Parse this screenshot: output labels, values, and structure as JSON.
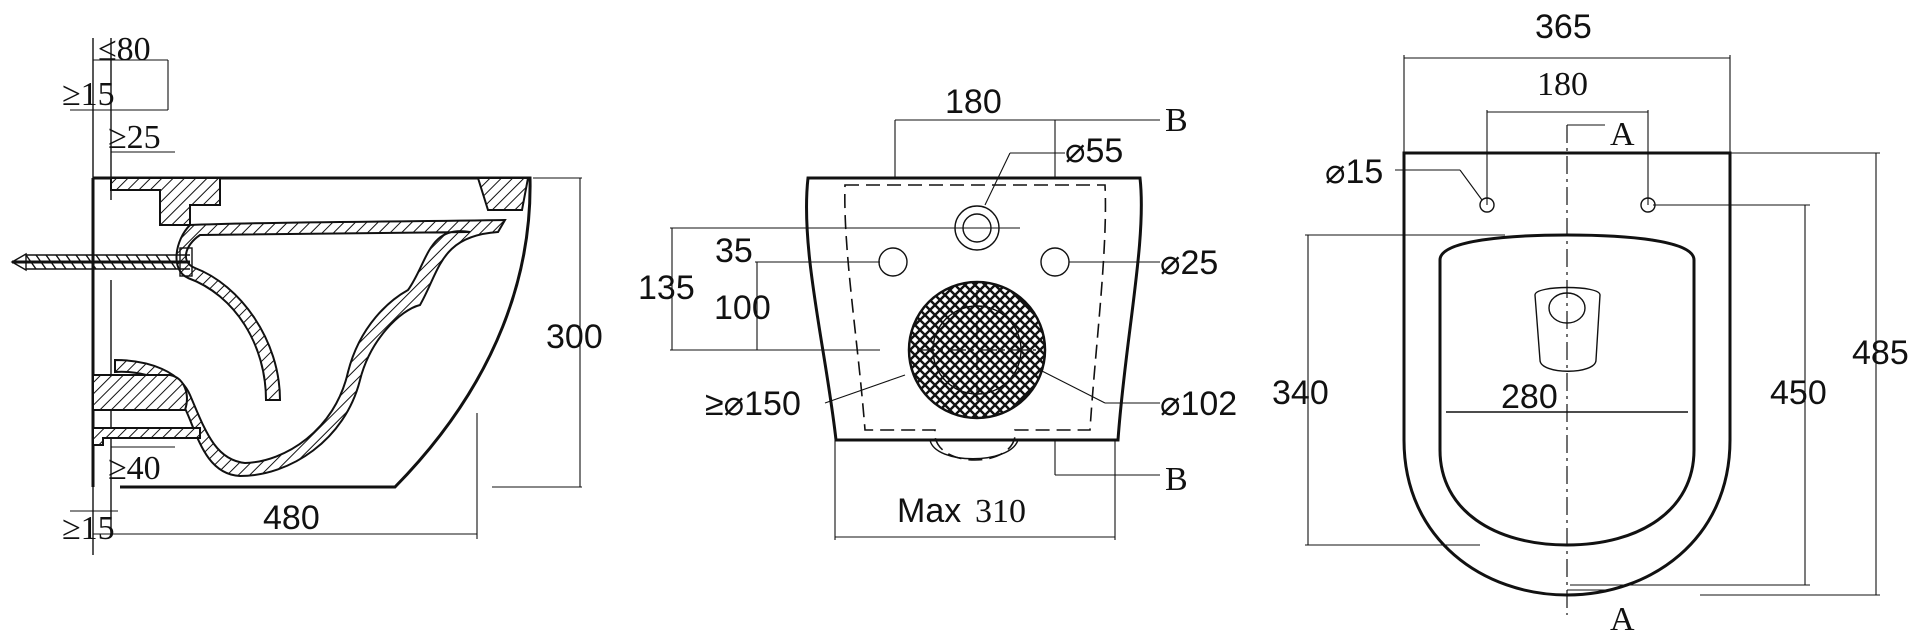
{
  "side_view": {
    "le_80": "≤80",
    "ge_15_top": "≥15",
    "ge_25": "≥25",
    "ge_40": "≥40",
    "ge_15_bottom": "≥15",
    "length_480": "480",
    "height_300": "300"
  },
  "back_view": {
    "width_180": "180",
    "dia_55": "⌀55",
    "section_b_top": "B",
    "section_b_bottom": "B",
    "dim_35": "35",
    "dim_135": "135",
    "dim_100": "100",
    "dia_25": "⌀25",
    "dia_150": "≥⌀150",
    "dia_102": "⌀102",
    "max_word": "Max",
    "max_value": "310"
  },
  "top_view": {
    "width_365": "365",
    "spacing_180": "180",
    "section_a_top": "A",
    "section_a_bottom": "A",
    "dia_15": "⌀15",
    "depth_340": "340",
    "width_280": "280",
    "length_450": "450",
    "length_485": "485"
  }
}
